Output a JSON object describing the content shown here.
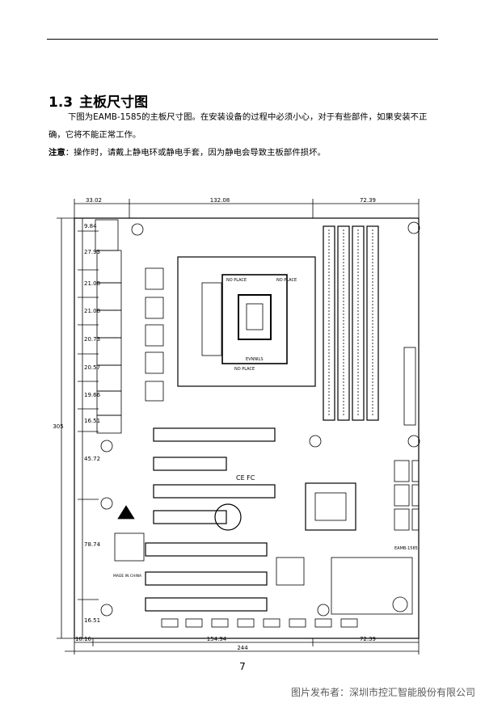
{
  "section": {
    "number": "1.3",
    "title": "主板尺寸图"
  },
  "body": {
    "paragraph1": "下图为EAMB-1585的主板尺寸图。在安装设备的过程中必须小心，对于有些部件，如果安装不正确，它将不能正常工作。",
    "note_label": "注意",
    "note_text": "：操作时，请戴上静电环或静电手套，因为静电会导致主板部件损坏。"
  },
  "diagram": {
    "top_dimensions": [
      "33.02",
      "132.08",
      "72.39"
    ],
    "bottom_dimensions": [
      "154.94",
      "244",
      "72.39"
    ],
    "bottom_small": "10.16",
    "overall_height": "305",
    "left_dimensions": [
      "9.84",
      "27.93",
      "21.08",
      "21.08",
      "20.73",
      "20.57",
      "19.66",
      "16.51",
      "45.72",
      "78.74",
      "16.51"
    ],
    "socket_labels": [
      "NO PLACE",
      "NO PLACE",
      "NO PLACE",
      "EVNNILS"
    ],
    "board_label": "EAMB-1585",
    "made_in": "MADE IN CHINA",
    "cert_marks": "CE FC"
  },
  "footer": {
    "page_number": "7",
    "credit": "图片发布者：深圳市控汇智能股份有限公司"
  }
}
